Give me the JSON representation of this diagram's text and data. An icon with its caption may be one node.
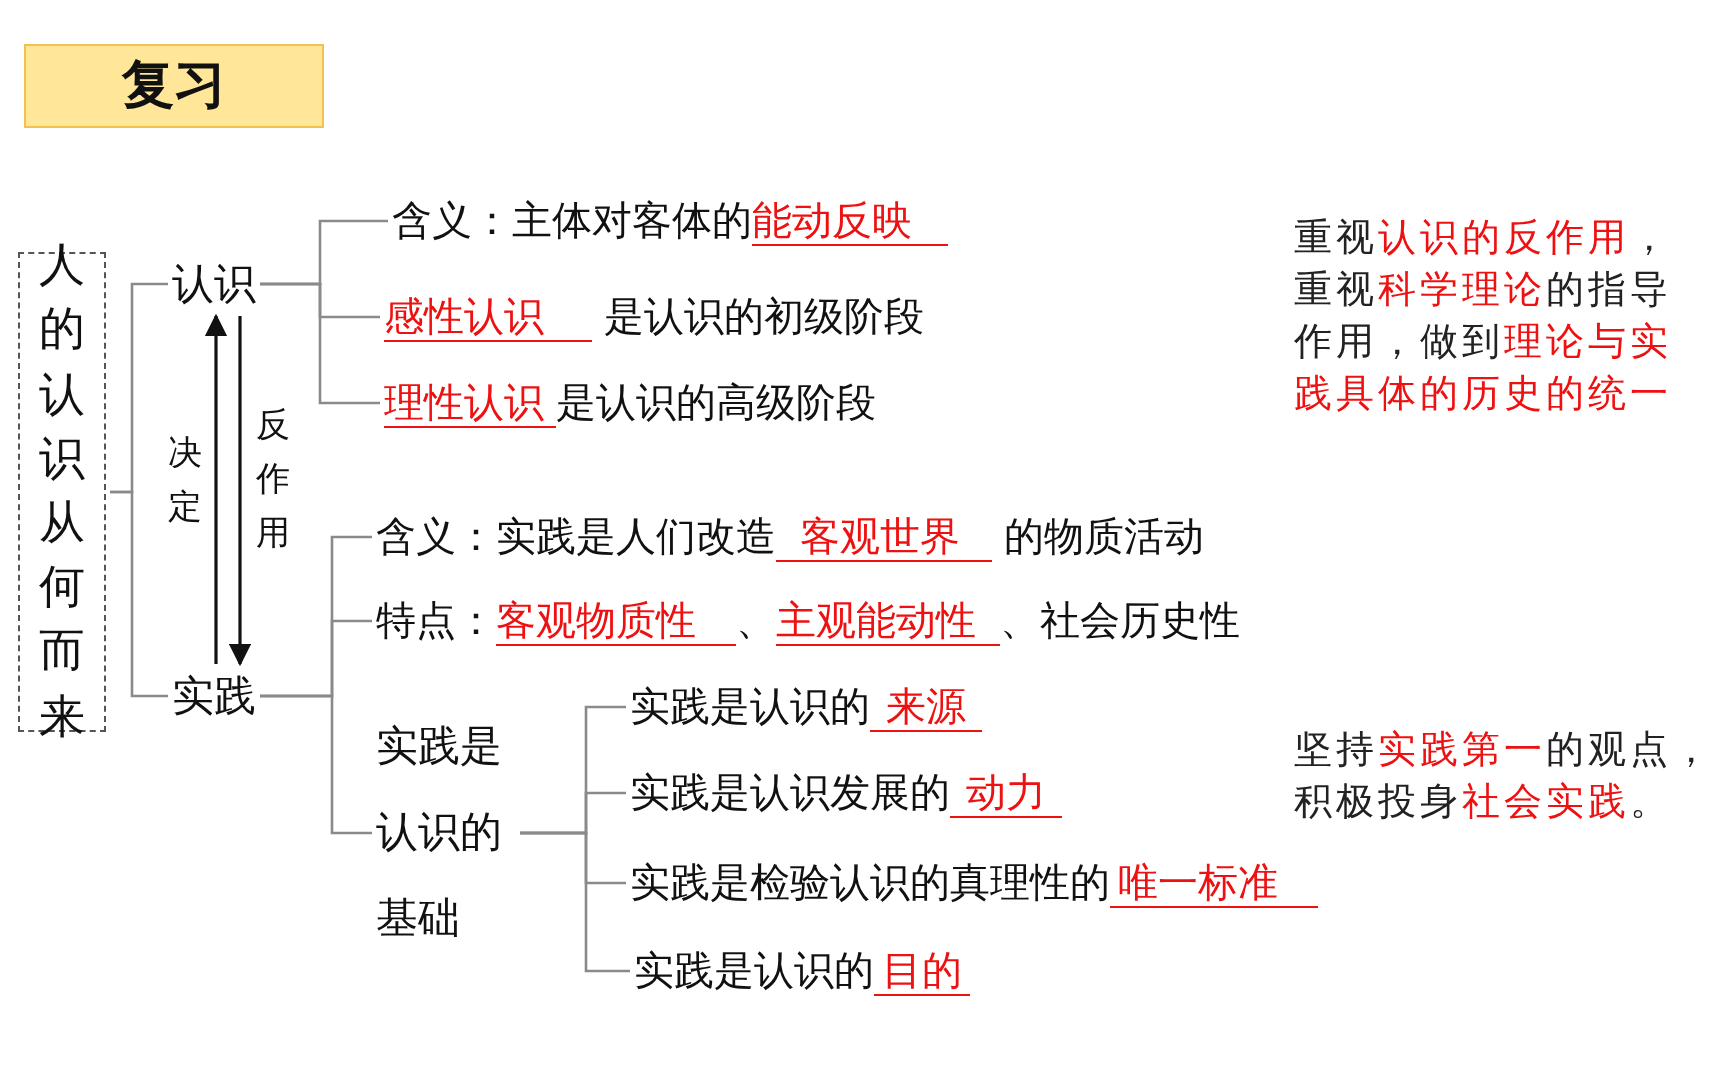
{
  "diagram": {
    "title": "复习",
    "nodes": [
      {
        "text": [
          "人的认识从何而来"
        ]
      },
      {
        "text": [
          "认识"
        ]
      },
      {
        "text": [
          "含义：主体对客体的",
          "能动反映"
        ]
      },
      {
        "text": [
          "感性认识",
          "是认识的初级阶段"
        ]
      },
      {
        "text": [
          "理性认识",
          "是认识的高级阶段"
        ]
      },
      {
        "text": [
          "实践"
        ]
      },
      {
        "text": [
          "含义：实践是人们改造",
          "客观世界",
          "的物质活动"
        ]
      },
      {
        "text": [
          "特点：",
          "客观物质性",
          "、",
          "主观能动性",
          "、社会历史性"
        ]
      },
      {
        "text": [
          "实践是认识的基础"
        ]
      },
      {
        "text": [
          "实践是认识的",
          "来源"
        ]
      },
      {
        "text": [
          "实践是认识发展的",
          "动力"
        ]
      },
      {
        "text": [
          "实践是检验认识的真理性的",
          "唯一标准"
        ]
      },
      {
        "text": [
          "实践是认识的",
          "目的"
        ]
      }
    ],
    "edges": [
      {
        "from": 0,
        "to": 1,
        "arrow": "none"
      },
      {
        "from": 0,
        "to": 5,
        "arrow": "none"
      },
      {
        "from": 1,
        "to": 2,
        "arrow": "none"
      },
      {
        "from": 1,
        "to": 3,
        "arrow": "none"
      },
      {
        "from": 1,
        "to": 4,
        "arrow": "none"
      },
      {
        "from": 5,
        "to": 1,
        "arrow": "to",
        "label": "决定",
        "color": "#111111"
      },
      {
        "from": 1,
        "to": 5,
        "arrow": "to",
        "label": "反作用",
        "color": "#111111"
      },
      {
        "from": 5,
        "to": 6,
        "arrow": "none"
      },
      {
        "from": 5,
        "to": 7,
        "arrow": "none"
      },
      {
        "from": 5,
        "to": 8,
        "arrow": "none"
      },
      {
        "from": 8,
        "to": 9,
        "arrow": "none"
      },
      {
        "from": 8,
        "to": 10,
        "arrow": "none"
      },
      {
        "from": 8,
        "to": 11,
        "arrow": "none"
      },
      {
        "from": 8,
        "to": 12,
        "arrow": "none"
      }
    ],
    "labels": [
      "重视**认识的反作用**，重视**科学理论**的指导作用，做到**理论与实践具体的历史的统一**",
      "坚持**实践第一**的观点，积极投身**社会实践**。"
    ]
  }
}
